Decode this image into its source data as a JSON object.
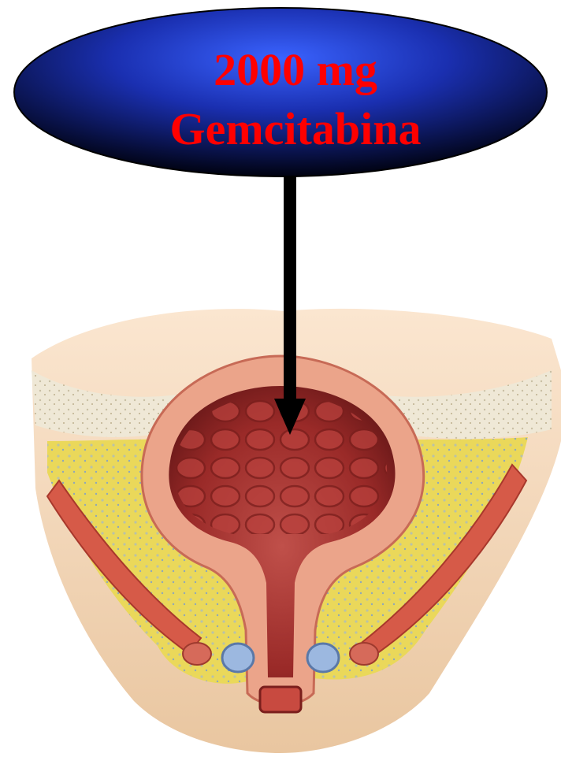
{
  "callout": {
    "line1": "2000 mg",
    "line2": "Gemcitabina",
    "text_color": "#ff0000",
    "ellipse_color_top": "#2346d6",
    "ellipse_color_bottom": "#000210"
  },
  "illustration": {
    "subject": "bladder-cross-section",
    "colors": {
      "bladder_lumen": "#a0302c",
      "bladder_wall": "#e89a80",
      "fat": "#e8d858",
      "muscle": "#d65a48",
      "skin": "#f6d8b8",
      "vessel": "#9cb8e0"
    }
  },
  "arrow": {
    "color": "#000000"
  }
}
